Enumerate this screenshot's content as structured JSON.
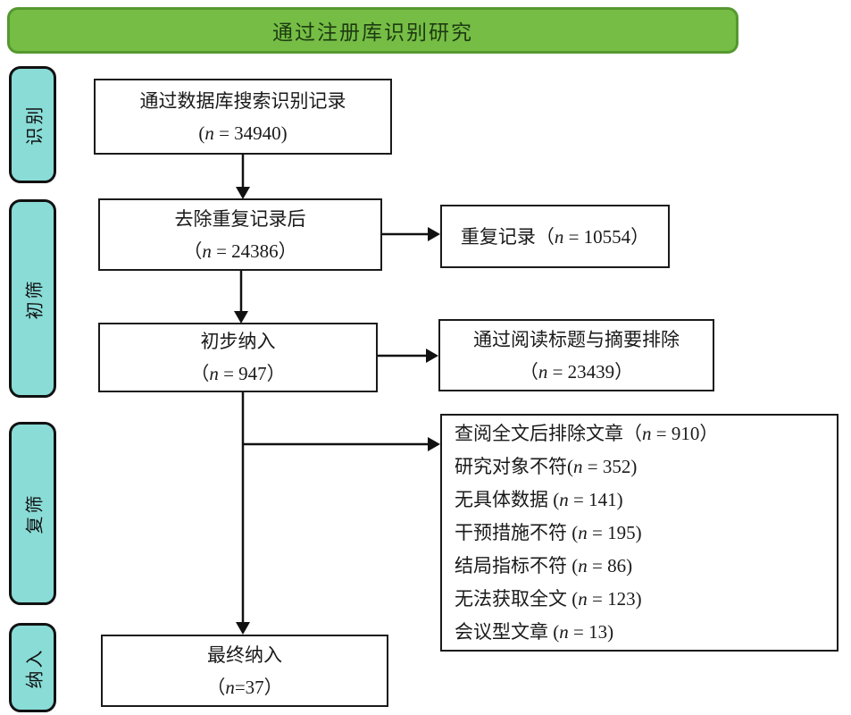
{
  "banner": {
    "label": "通过注册库识别研究"
  },
  "stages": [
    {
      "label": "识别"
    },
    {
      "label": "初筛"
    },
    {
      "label": "复筛"
    },
    {
      "label": "纳入"
    }
  ],
  "flow": {
    "identified": {
      "title": "通过数据库搜索识别记录",
      "count": "(n = 34940)"
    },
    "deduplicated": {
      "title": "去除重复记录后",
      "count": "（n = 24386）"
    },
    "preliminary": {
      "title": "初步纳入",
      "count": "（n = 947）"
    },
    "final": {
      "title": "最终纳入",
      "count": "（n=37）"
    }
  },
  "exclusions": {
    "duplicates": {
      "label": "重复记录（n = 10554）"
    },
    "title_abstract": {
      "title": "通过阅读标题与摘要排除",
      "count": "（n = 23439）"
    },
    "full_text": {
      "lines": [
        "查阅全文后排除文章（n = 910）",
        "研究对象不符(n = 352)",
        "无具体数据 (n = 141)",
        "干预措施不符 (n = 195)",
        "结局指标不符 (n = 86)",
        "无法获取全文 (n = 123)",
        "会议型文章 (n = 13)"
      ]
    }
  },
  "colors": {
    "banner_fill": "#76bd45",
    "banner_border": "#55982f",
    "stage_fill": "#8adcd7",
    "box_border": "#1a1a1a"
  }
}
